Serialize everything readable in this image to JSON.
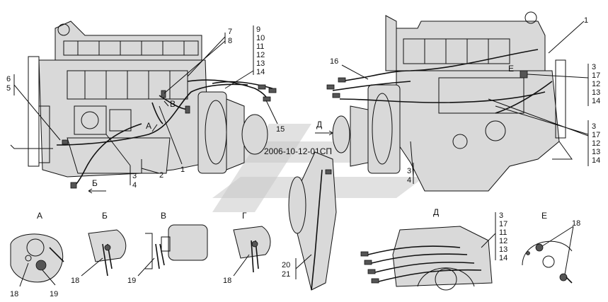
{
  "drawing_code": "2006-10-12-01СП",
  "views": {
    "A": "А",
    "B": "Б",
    "V": "В",
    "G": "Г",
    "D": "Д",
    "E": "Е"
  },
  "left_engine": {
    "stack_right": [
      "7",
      "8"
    ],
    "stack_right2": [
      "9",
      "10",
      "11",
      "12",
      "13",
      "14"
    ],
    "left_nums": [
      "6",
      "5"
    ],
    "n15": "15",
    "n1": "1",
    "n2": "2",
    "stack_bottom": [
      "3",
      "4"
    ]
  },
  "right_engine": {
    "n1": "1",
    "n16": "16",
    "stack_top": [
      "3",
      "17",
      "12",
      "13",
      "14"
    ],
    "stack_mid": [
      "3",
      "17",
      "12",
      "13",
      "14"
    ],
    "stack_bottom": [
      "3",
      "4"
    ]
  },
  "details": {
    "a_nums": [
      "18",
      "19"
    ],
    "b_num": "18",
    "v_num": "19",
    "g_num": "18",
    "pulley_nums": [
      "20",
      "21"
    ],
    "d_stack": [
      "3",
      "17",
      "11",
      "12",
      "13",
      "14"
    ],
    "e_num": "18"
  }
}
